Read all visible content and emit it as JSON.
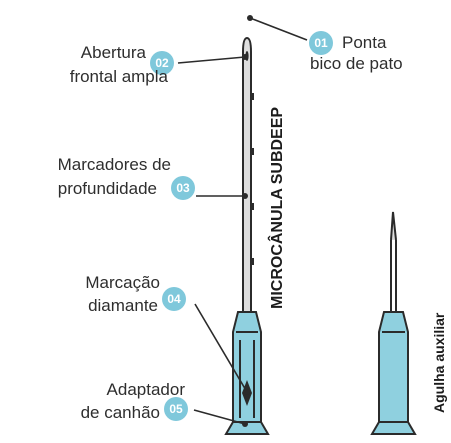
{
  "colors": {
    "accent": "#7fc8db",
    "hub": "#8fd0df",
    "line": "#2b2b2b"
  },
  "main_needle_title": "MICROCÂNULA SUBDEEP",
  "aux_needle_title": "Agulha auxiliar",
  "callouts": [
    {
      "number": "01",
      "lines": [
        "Ponta",
        "bico de pato"
      ]
    },
    {
      "number": "02",
      "lines": [
        "Abertura",
        "frontal ampla"
      ]
    },
    {
      "number": "03",
      "lines": [
        "Marcadores de",
        "profundidade"
      ]
    },
    {
      "number": "04",
      "lines": [
        "Marcação",
        "diamante"
      ]
    },
    {
      "number": "05",
      "lines": [
        "Adaptador",
        "de canhão"
      ]
    }
  ]
}
